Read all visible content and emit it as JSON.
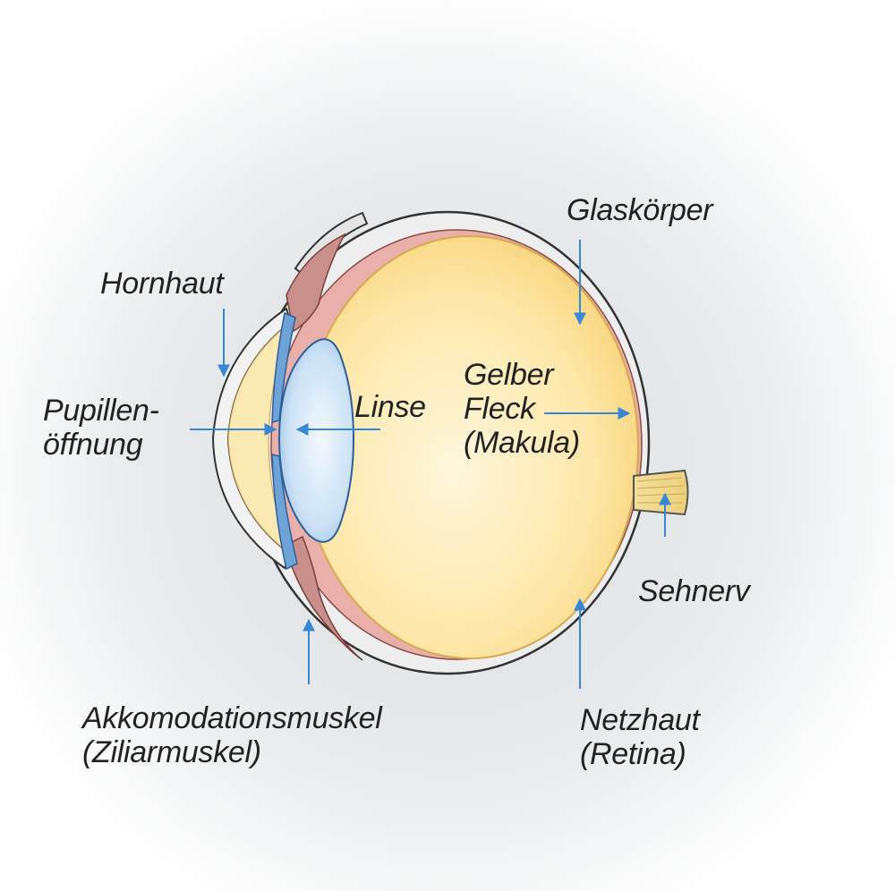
{
  "labels": {
    "glaskoerper": "Glaskörper",
    "hornhaut": "Hornhaut",
    "pupillen_line1": "Pupillen-",
    "pupillen_line2": "öffnung",
    "linse": "Linse",
    "gelber_line1": "Gelber",
    "gelber_line2": "Fleck",
    "gelber_line3": "(Makula)",
    "sehnerv": "Sehnerv",
    "akkomodation_line1": "Akkomodationsmuskel",
    "akkomodation_line2": "(Ziliarmuskel)",
    "netzhaut_line1": "Netzhaut",
    "netzhaut_line2": "(Retina)"
  },
  "colors": {
    "arrow": "#3a86d6",
    "vitreous": "#fbe3a0",
    "lens": "#cfe3f5",
    "muscle": "#c98f8a",
    "sclera": "#efefef",
    "outline": "#333333"
  }
}
